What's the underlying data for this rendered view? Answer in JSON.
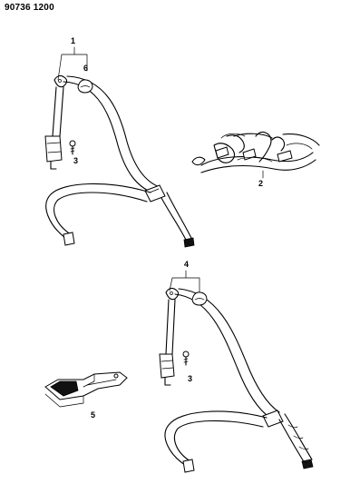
{
  "diagram": {
    "doc_code": "90736 1200",
    "callouts": {
      "c1": "1",
      "c6": "6",
      "c3a": "3",
      "c2": "2",
      "c4": "4",
      "c3b": "3",
      "c5": "5"
    }
  }
}
